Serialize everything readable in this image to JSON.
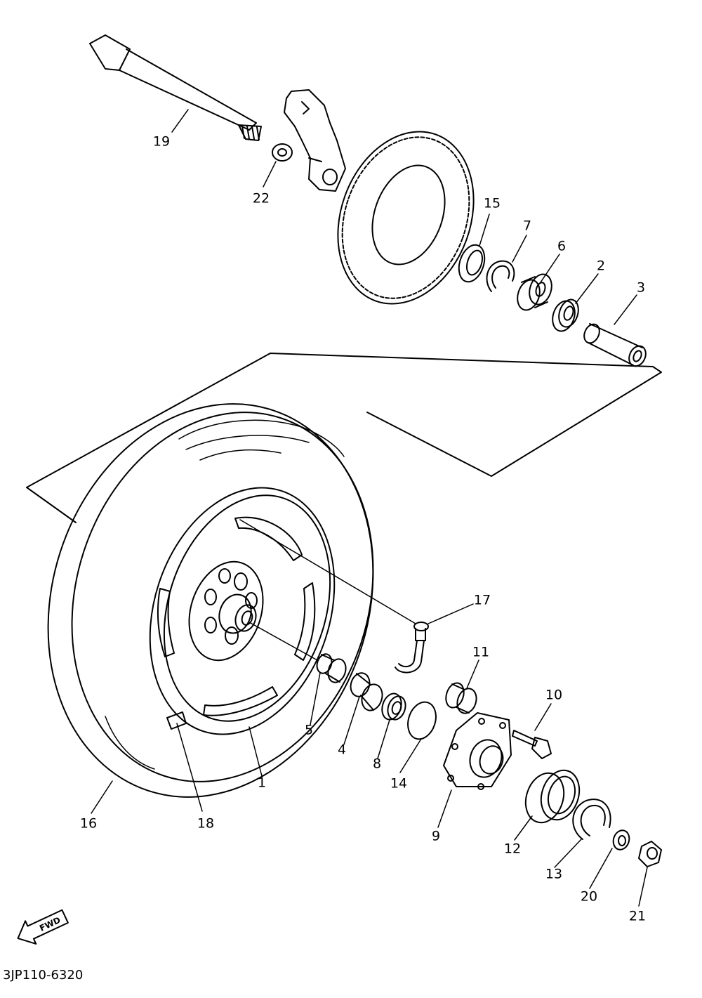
{
  "diagram": {
    "code": "3JP110-6320",
    "fwd_label": "FWD",
    "callouts": [
      {
        "id": "19",
        "label": "19"
      },
      {
        "id": "22",
        "label": "22"
      },
      {
        "id": "15",
        "label": "15"
      },
      {
        "id": "7",
        "label": "7"
      },
      {
        "id": "6",
        "label": "6"
      },
      {
        "id": "2",
        "label": "2"
      },
      {
        "id": "3",
        "label": "3"
      },
      {
        "id": "17",
        "label": "17"
      },
      {
        "id": "11",
        "label": "11"
      },
      {
        "id": "10",
        "label": "10"
      },
      {
        "id": "5",
        "label": "5"
      },
      {
        "id": "4",
        "label": "4"
      },
      {
        "id": "8",
        "label": "8"
      },
      {
        "id": "14",
        "label": "14"
      },
      {
        "id": "1",
        "label": "1"
      },
      {
        "id": "16",
        "label": "16"
      },
      {
        "id": "18",
        "label": "18"
      },
      {
        "id": "9",
        "label": "9"
      },
      {
        "id": "12",
        "label": "12"
      },
      {
        "id": "13",
        "label": "13"
      },
      {
        "id": "20",
        "label": "20"
      },
      {
        "id": "21",
        "label": "21"
      }
    ]
  }
}
